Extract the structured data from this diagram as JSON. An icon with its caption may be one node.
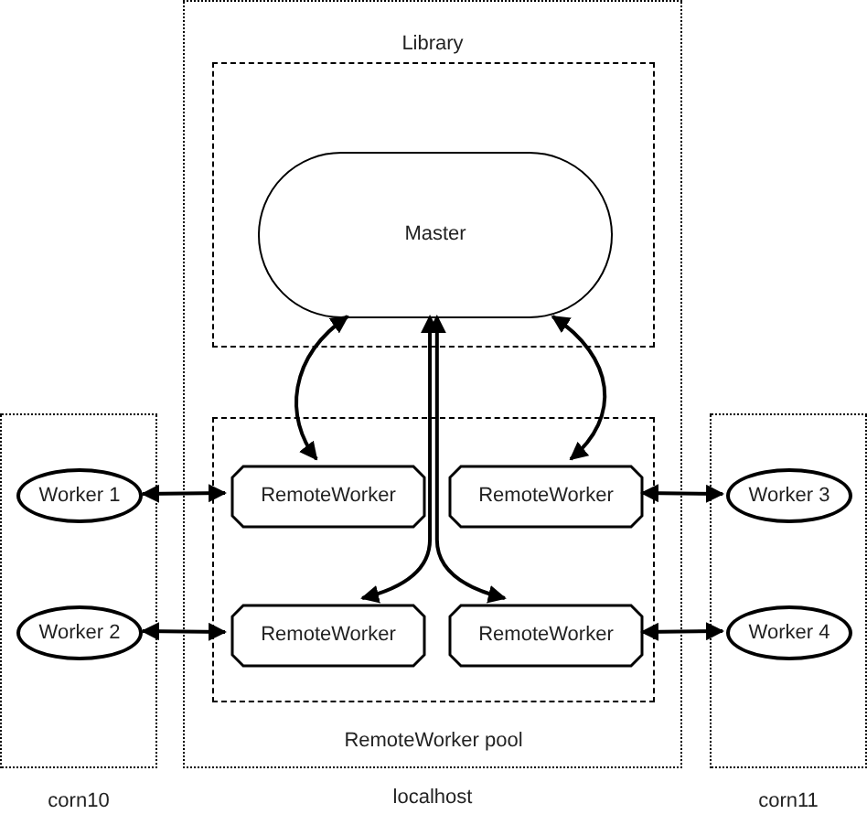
{
  "diagram": {
    "nodes": [
      {
        "text": [
          "Library",
          "localhost"
        ]
      },
      {
        "text": [],
        "shape": "box",
        "in": 0
      },
      {
        "text": [
          "Master"
        ],
        "in": 1
      },
      {
        "text": [
          "RemoteWorker pool"
        ],
        "in": 0
      },
      {
        "text": [
          "RemoteWorker"
        ],
        "in": 3
      },
      {
        "text": [
          "RemoteWorker"
        ],
        "in": 3
      },
      {
        "text": [
          "RemoteWorker"
        ],
        "in": 3
      },
      {
        "text": [
          "RemoteWorker"
        ],
        "in": 3
      },
      {
        "text": [
          "corn10"
        ]
      },
      {
        "text": [
          "Worker 1"
        ],
        "in": 8
      },
      {
        "text": [
          "Worker 2"
        ],
        "in": 8
      },
      {
        "text": [
          "corn11"
        ]
      },
      {
        "text": [
          "Worker 3"
        ],
        "in": 11
      },
      {
        "text": [
          "Worker 4"
        ],
        "in": 11
      }
    ],
    "edges": [
      {
        "from": 2,
        "to": 4,
        "arrow": "both"
      },
      {
        "from": 2,
        "to": 5,
        "arrow": "both"
      },
      {
        "from": 2,
        "to": 6,
        "arrow": "both"
      },
      {
        "from": 2,
        "to": 7,
        "arrow": "both"
      },
      {
        "from": 9,
        "to": 4,
        "arrow": "both"
      },
      {
        "from": 10,
        "to": 6,
        "arrow": "both"
      },
      {
        "from": 5,
        "to": 12,
        "arrow": "both"
      },
      {
        "from": 7,
        "to": 13,
        "arrow": "both"
      }
    ]
  }
}
